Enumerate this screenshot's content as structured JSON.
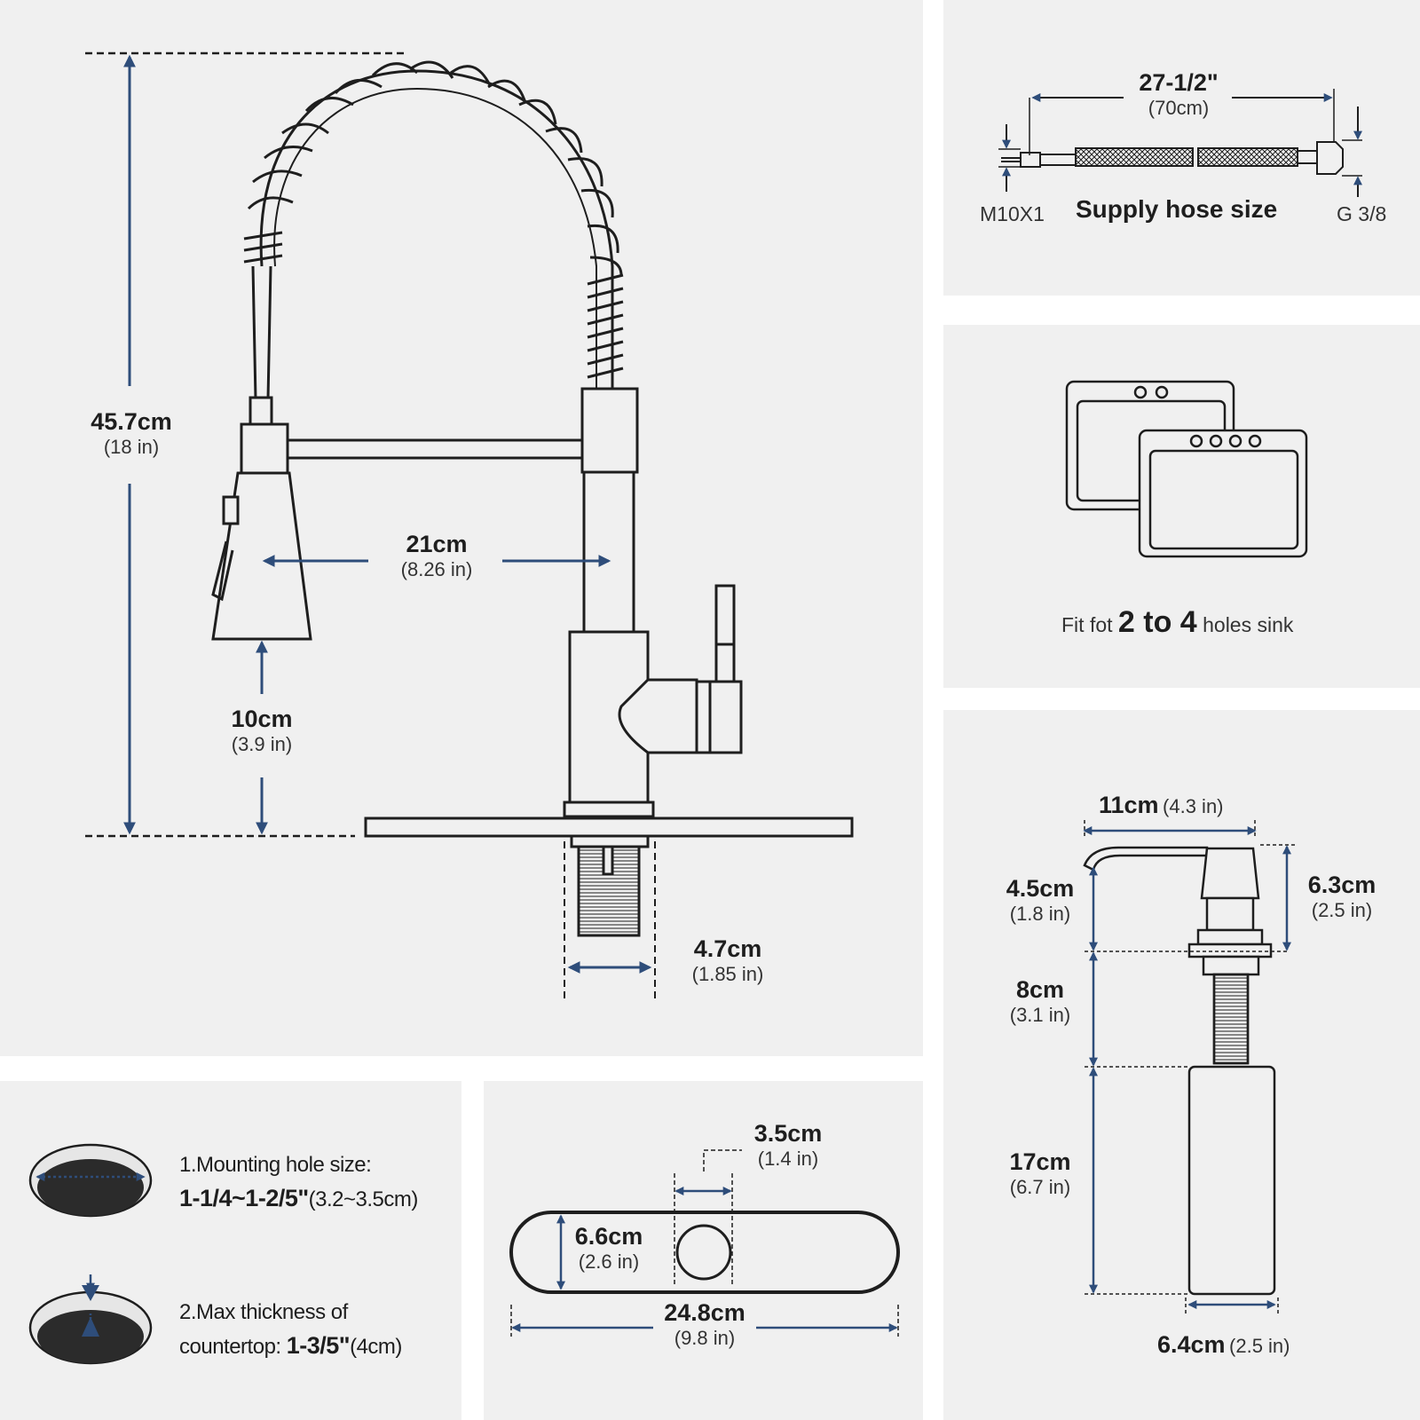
{
  "colors": {
    "panel": "#f0f0f0",
    "accent": "#2e4d7a",
    "line": "#1e1e1e",
    "dark": "#2b2b2b"
  },
  "faucet": {
    "height": {
      "cm": "45.7cm",
      "in": "(18 in)"
    },
    "reach": {
      "cm": "21cm",
      "in": "(8.26 in)"
    },
    "sprayer": {
      "cm": "10cm",
      "in": "(3.9 in)"
    },
    "shank": {
      "cm": "4.7cm",
      "in": "(1.85 in)"
    }
  },
  "hose": {
    "length": "27-1/2\"",
    "length_cm": "(70cm)",
    "left_thread": "M10X1",
    "title": "Supply hose size",
    "right_thread": "G 3/8"
  },
  "sink": {
    "prefix": "Fit fot",
    "emph": "2 to 4",
    "suffix": "holes sink"
  },
  "holes": {
    "item1_label": "1.Mounting hole size:",
    "item1_value": "1-1/4~1-2/5\"",
    "item1_metric": "(3.2~3.5cm)",
    "item2_label": "2.Max thickness of",
    "item2_prefix": "countertop: ",
    "item2_value": "1-3/5\"",
    "item2_metric": "(4cm)"
  },
  "plate": {
    "hole": {
      "cm": "3.5cm",
      "in": "(1.4 in)"
    },
    "height": {
      "cm": "6.6cm",
      "in": "(2.6 in)"
    },
    "width": {
      "cm": "24.8cm",
      "in": "(9.8 in)"
    }
  },
  "dispenser": {
    "spout": {
      "cm": "11cm",
      "in": "(4.3 in)"
    },
    "head": {
      "cm": "4.5cm",
      "in": "(1.8 in)"
    },
    "top": {
      "cm": "6.3cm",
      "in": "(2.5 in)"
    },
    "shank": {
      "cm": "8cm",
      "in": "(3.1 in)"
    },
    "bottle": {
      "cm": "17cm",
      "in": "(6.7 in)"
    },
    "width": {
      "cm": "6.4cm",
      "in": "(2.5 in)"
    }
  }
}
